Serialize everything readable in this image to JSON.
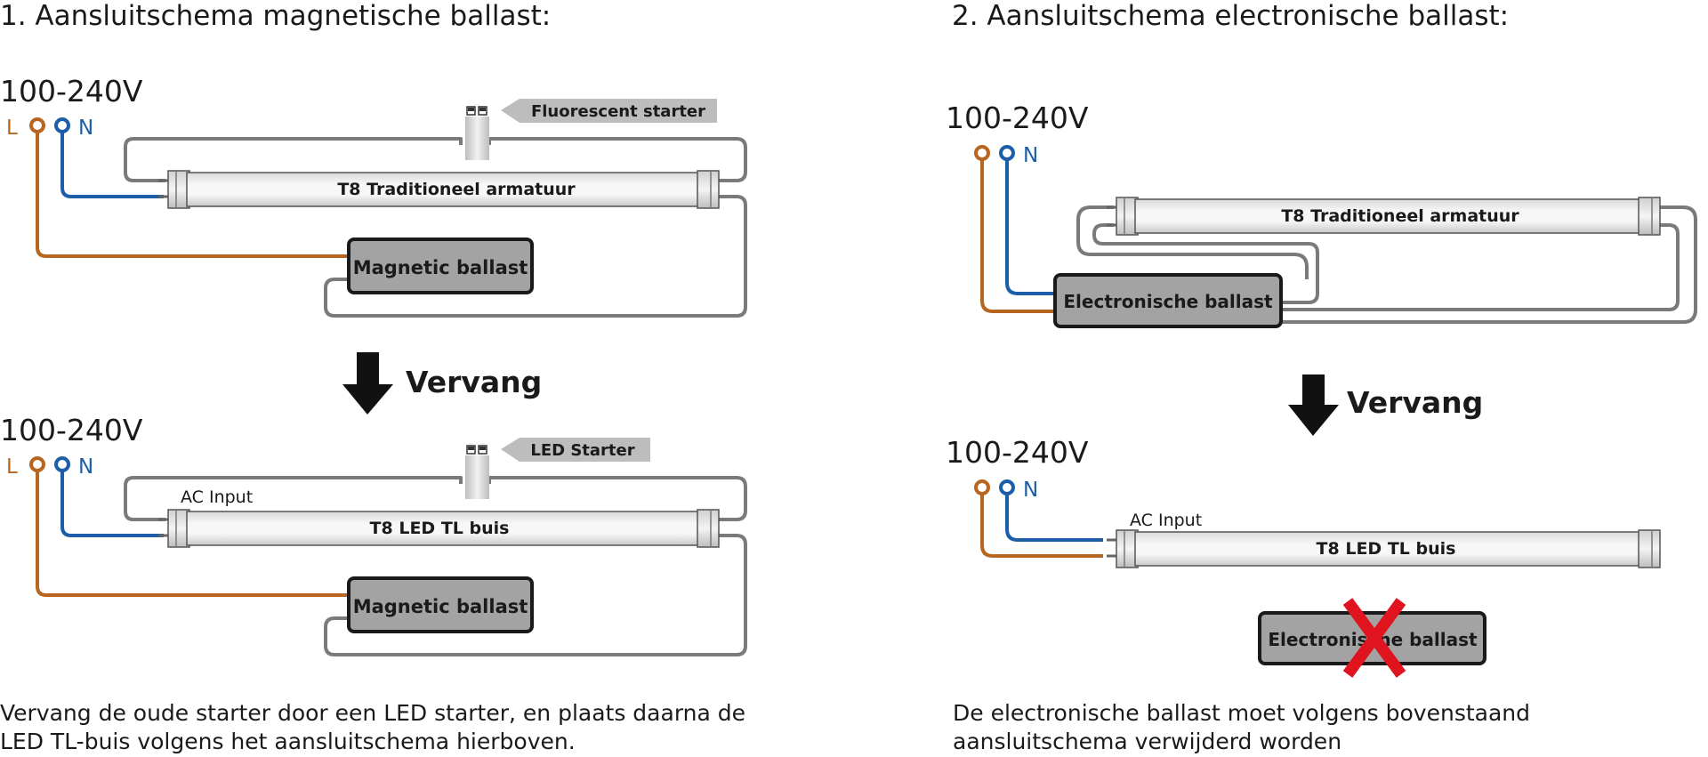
{
  "colors": {
    "wire_gray": "#7a7a7a",
    "wire_live": "#b8651f",
    "wire_neutral": "#1c5fa8",
    "ballast_fill": "#a3a3a3",
    "tag_fill": "#bdbdbd",
    "cross": "#e0141e",
    "text": "#1a1a1a"
  },
  "left": {
    "title": "1. Aansluitschema magnetische ballast:",
    "top": {
      "voltage": "100-240V",
      "label_l": "L",
      "label_n": "N",
      "starter_label": "Fluorescent starter",
      "tube_label": "T8 Traditioneel armatuur",
      "ballast_label": "Magnetic ballast"
    },
    "replace_label": "Vervang",
    "bottom": {
      "voltage": "100-240V",
      "label_l": "L",
      "label_n": "N",
      "starter_label": "LED Starter",
      "ac_input": "AC Input",
      "tube_label": "T8 LED TL buis",
      "ballast_label": "Magnetic ballast"
    },
    "caption_line1": "Vervang de oude starter door een LED starter, en plaats daarna de",
    "caption_line2": "LED TL-buis volgens het aansluitschema hierboven."
  },
  "right": {
    "title": "2. Aansluitschema electronische ballast:",
    "top": {
      "voltage": "100-240V",
      "label_n": "N",
      "tube_label": "T8 Traditioneel armatuur",
      "ballast_label": "Electronische ballast"
    },
    "replace_label": "Vervang",
    "bottom": {
      "voltage": "100-240V",
      "label_n": "N",
      "ac_input": "AC Input",
      "tube_label": "T8 LED TL buis",
      "removed_ballast_label": "Electronische ballast"
    },
    "caption_line1": "De electronische ballast moet volgens bovenstaand",
    "caption_line2": "aansluitschema verwijderd worden"
  }
}
